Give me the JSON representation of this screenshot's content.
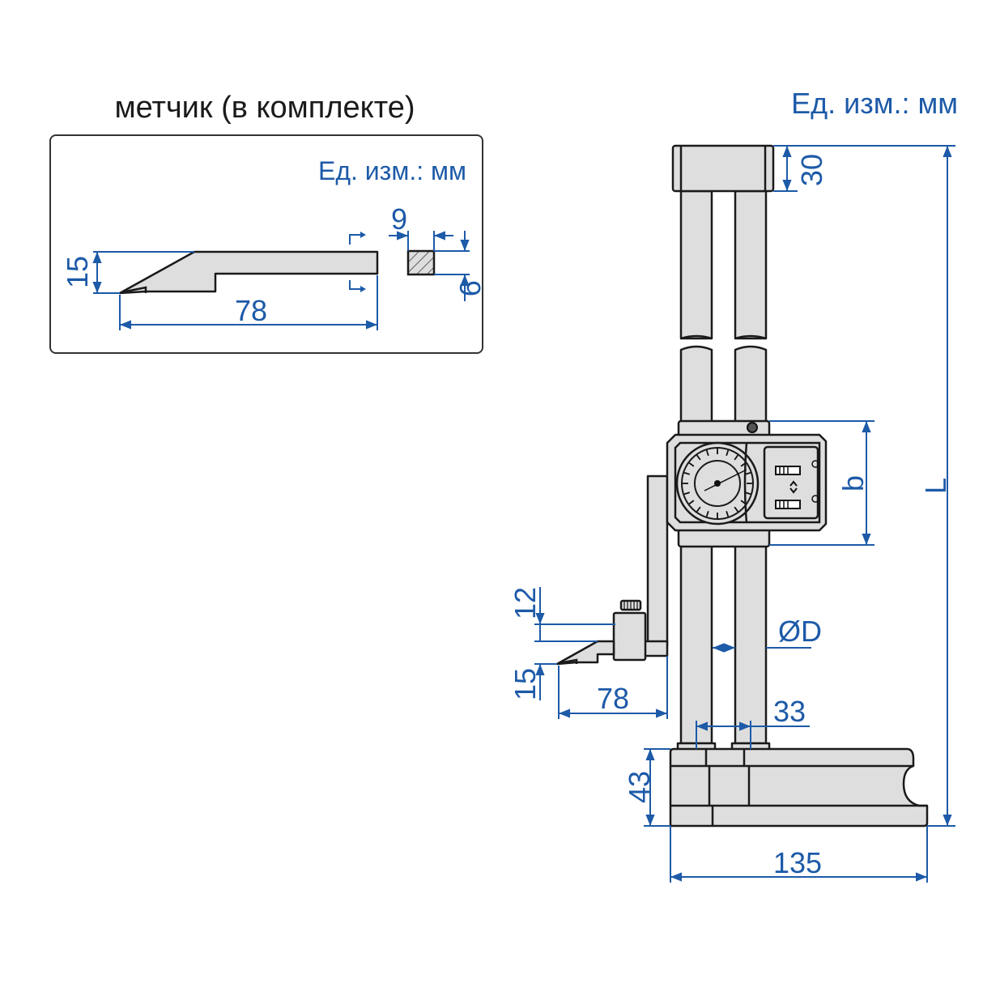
{
  "inset": {
    "title": "метчик (в комплекте)",
    "unit_label": "Ед. изм.: мм",
    "dims": {
      "height": "15",
      "length": "78",
      "section_width": "9",
      "section_height": "9"
    }
  },
  "main": {
    "unit_label": "Ед. изм.: мм",
    "dims": {
      "top_cap": "30",
      "total_length": "L",
      "head_height": "b",
      "column_diameter": "ØD",
      "column_spacing": "33",
      "base_height": "43",
      "base_length": "135",
      "scriber_length": "78",
      "clamp_offset": "12",
      "scriber_height": "15"
    }
  },
  "colors": {
    "dimension": "#1d5aa8",
    "part_fill": "#dedede",
    "outline": "#1a1a1a"
  }
}
